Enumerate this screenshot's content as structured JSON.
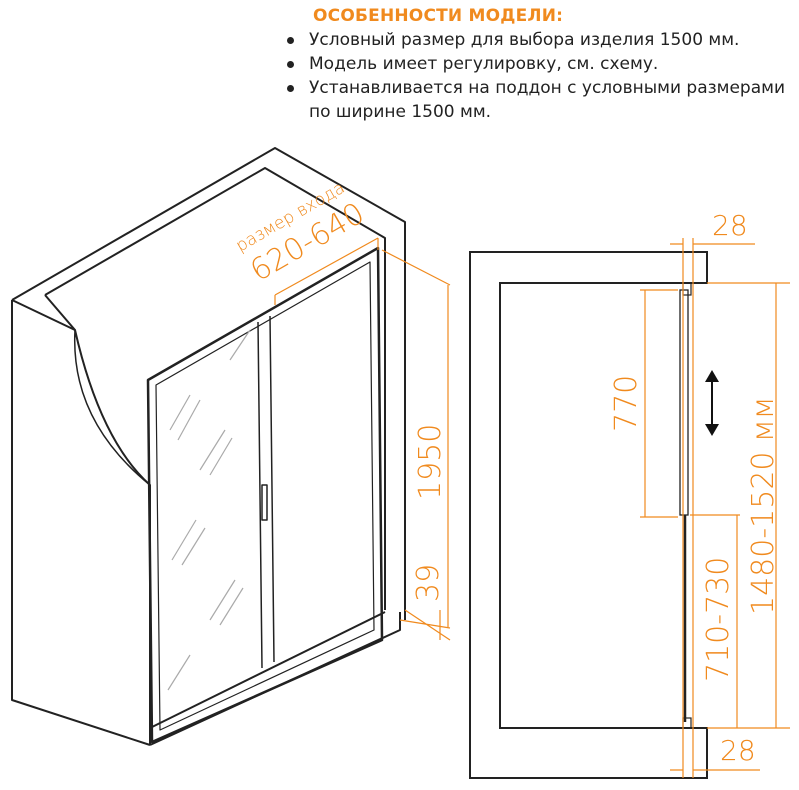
{
  "features": {
    "title": "ОСОБЕННОСТИ МОДЕЛИ:",
    "items": [
      "Условный размер для выбора изделия 1500 мм.",
      "Модель имеет регулировку, см. схему.",
      "Устанавливается на поддон с условными размерами по ширине 1500 мм."
    ]
  },
  "iso_view": {
    "entry_label": "размер входа",
    "entry_size": "620-640",
    "height": "1950",
    "tray_height": "39"
  },
  "plan_view": {
    "top_profile": "28",
    "bottom_profile": "28",
    "fixed_panel": "770",
    "door_panel": "710-730",
    "total_width": "1480-1520 мм"
  },
  "colors": {
    "accent": "#f08a1e",
    "line": "#222222"
  }
}
